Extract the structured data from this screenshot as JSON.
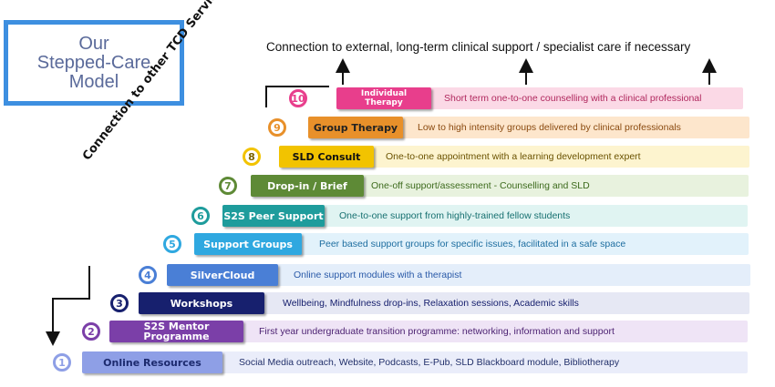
{
  "title": "Our\nStepped-Care\nModel",
  "external_connection": "Connection to external, long-term clinical support / specialist care if necessary",
  "internal_connection": "Connection to other TCD Services",
  "steps": [
    {
      "number": "1",
      "label": "Online Resources",
      "description": "Social Media outreach, Website, Podcasts, E-Pub, SLD Blackboard module, Bibliotherapy",
      "color": "#8e9fe6",
      "text_color": "#1c2a6e",
      "bg": "#eaedfa",
      "desc_color": "#22306a"
    },
    {
      "number": "2",
      "label": "S2S Mentor Programme",
      "description": "First year undergraduate transition programme: networking, information and support",
      "color": "#7b3fa8",
      "text_color": "#ffffff",
      "bg": "#efe4f6",
      "desc_color": "#4a1f70"
    },
    {
      "number": "3",
      "label": "Workshops",
      "description": "Wellbeing, Mindfulness drop-ins, Relaxation sessions, Academic skills",
      "color": "#17206e",
      "text_color": "#ffffff",
      "bg": "#e6e8f4",
      "desc_color": "#17206e"
    },
    {
      "number": "4",
      "label": "SilverCloud",
      "description": "Online support modules with a therapist",
      "color": "#4a7fd6",
      "text_color": "#ffffff",
      "bg": "#e4eefa",
      "desc_color": "#2a5aa8"
    },
    {
      "number": "5",
      "label": "Support Groups",
      "description": "Peer based support groups for specific issues, facilitated in a safe space",
      "color": "#2fa8e0",
      "text_color": "#ffffff",
      "bg": "#e2f2fb",
      "desc_color": "#1e6ea0"
    },
    {
      "number": "6",
      "label": "S2S Peer Support",
      "description": "One-to-one support from highly-trained fellow students",
      "color": "#1e9c9c",
      "text_color": "#ffffff",
      "bg": "#e0f4f2",
      "desc_color": "#167070"
    },
    {
      "number": "7",
      "label": "Drop-in / Brief",
      "description": "One-off support/assessment - Counselling and SLD",
      "color": "#5e8a36",
      "text_color": "#ffffff",
      "bg": "#e8f2de",
      "desc_color": "#3c6a1c"
    },
    {
      "number": "8",
      "label": "SLD Consult",
      "description": "One-to-one appointment with a learning development expert",
      "color": "#f2c300",
      "text_color": "#111111",
      "bg": "#fdf4cf",
      "desc_color": "#6a5200"
    },
    {
      "number": "9",
      "label": "Group Therapy",
      "description": "Low to high intensity groups delivered by clinical professionals",
      "color": "#e8902a",
      "text_color": "#222222",
      "bg": "#fde6cc",
      "desc_color": "#8a4a10"
    },
    {
      "number": "10",
      "label": "Individual Therapy",
      "description": "Short term one-to-one counselling with a clinical professional",
      "color": "#e83e8c",
      "text_color": "#ffffff",
      "bg": "#fbd9e6",
      "desc_color": "#b0285e"
    }
  ]
}
